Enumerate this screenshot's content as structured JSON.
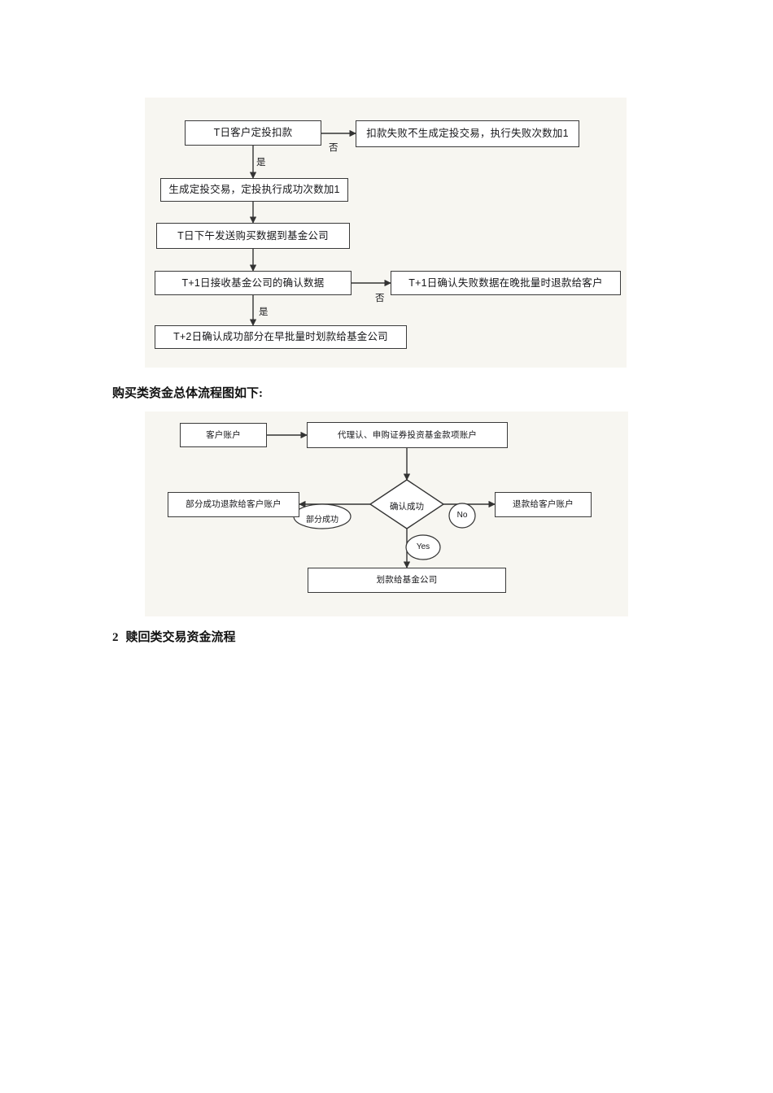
{
  "page": {
    "background": "#ffffff",
    "panel_background": "#f7f6f1",
    "line_color": "#333333"
  },
  "diagram_1": {
    "name": "定投扣款流程图",
    "nodes": [
      {
        "id": "n1-1",
        "label": "T日客户定投扣款"
      },
      {
        "id": "n1-2",
        "label": "扣款失败不生成定投交易，执行失败次数加1"
      },
      {
        "id": "n1-3",
        "label": "生成定投交易，定投执行成功次数加1"
      },
      {
        "id": "n1-4",
        "label": "T日下午发送购买数据到基金公司"
      },
      {
        "id": "n1-5",
        "label": "T+1日接收基金公司的确认数据"
      },
      {
        "id": "n1-6",
        "label": "T+1日确认失败数据在晚批量时退款给客户"
      },
      {
        "id": "n1-7",
        "label": "T+2日确认成功部分在早批量时划款给基金公司"
      }
    ],
    "edge_labels": {
      "no_1": "否",
      "yes_1": "是",
      "no_2": "否",
      "yes_2": "是"
    }
  },
  "mid_heading": "购买类资金总体流程图如下:",
  "diagram_2": {
    "name": "购买类资金总体流程图",
    "nodes": [
      {
        "id": "n2-1",
        "label": "客户账户"
      },
      {
        "id": "n2-2",
        "label": "代理认、申购证券投资基金款项账户"
      },
      {
        "id": "n2-3",
        "label": "部分成功退款给客户账户"
      },
      {
        "id": "n2-4",
        "label": "退款给客户账户"
      },
      {
        "id": "n2-5",
        "label": "划款给基金公司"
      }
    ],
    "decision": {
      "id": "dm-label",
      "label": "确认成功"
    },
    "pill_labels": {
      "partial": "部分成功",
      "no": "No",
      "yes": "Yes"
    }
  },
  "next_heading": {
    "number": "2",
    "text": "赎回类交易资金流程"
  }
}
